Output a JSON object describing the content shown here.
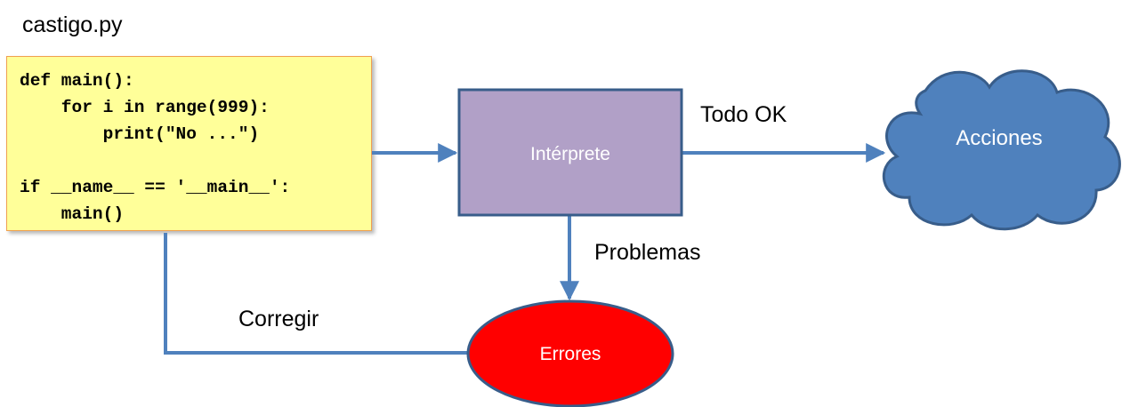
{
  "filename": "castigo.py",
  "code_lines": [
    "def main():",
    "    for i in range(999):",
    "        print(\"No ...\")",
    "",
    "if __name__ == '__main__':",
    "    main()"
  ],
  "nodes": {
    "interpreter": "Intérprete",
    "actions": "Acciones",
    "errors": "Errores"
  },
  "edges": {
    "ok": "Todo OK",
    "problems": "Problemas",
    "fix": "Corregir"
  },
  "colors": {
    "arrow": "#4f81bd",
    "code_fill": "#ffff99",
    "code_border": "#f0a050",
    "interpreter_fill": "#b1a0c7",
    "interpreter_border": "#385d8a",
    "cloud_fill": "#4f81bd",
    "cloud_border": "#385d8a",
    "errors_fill": "#ff0000",
    "errors_border": "#385d8a",
    "node_text": "#ffffff"
  }
}
